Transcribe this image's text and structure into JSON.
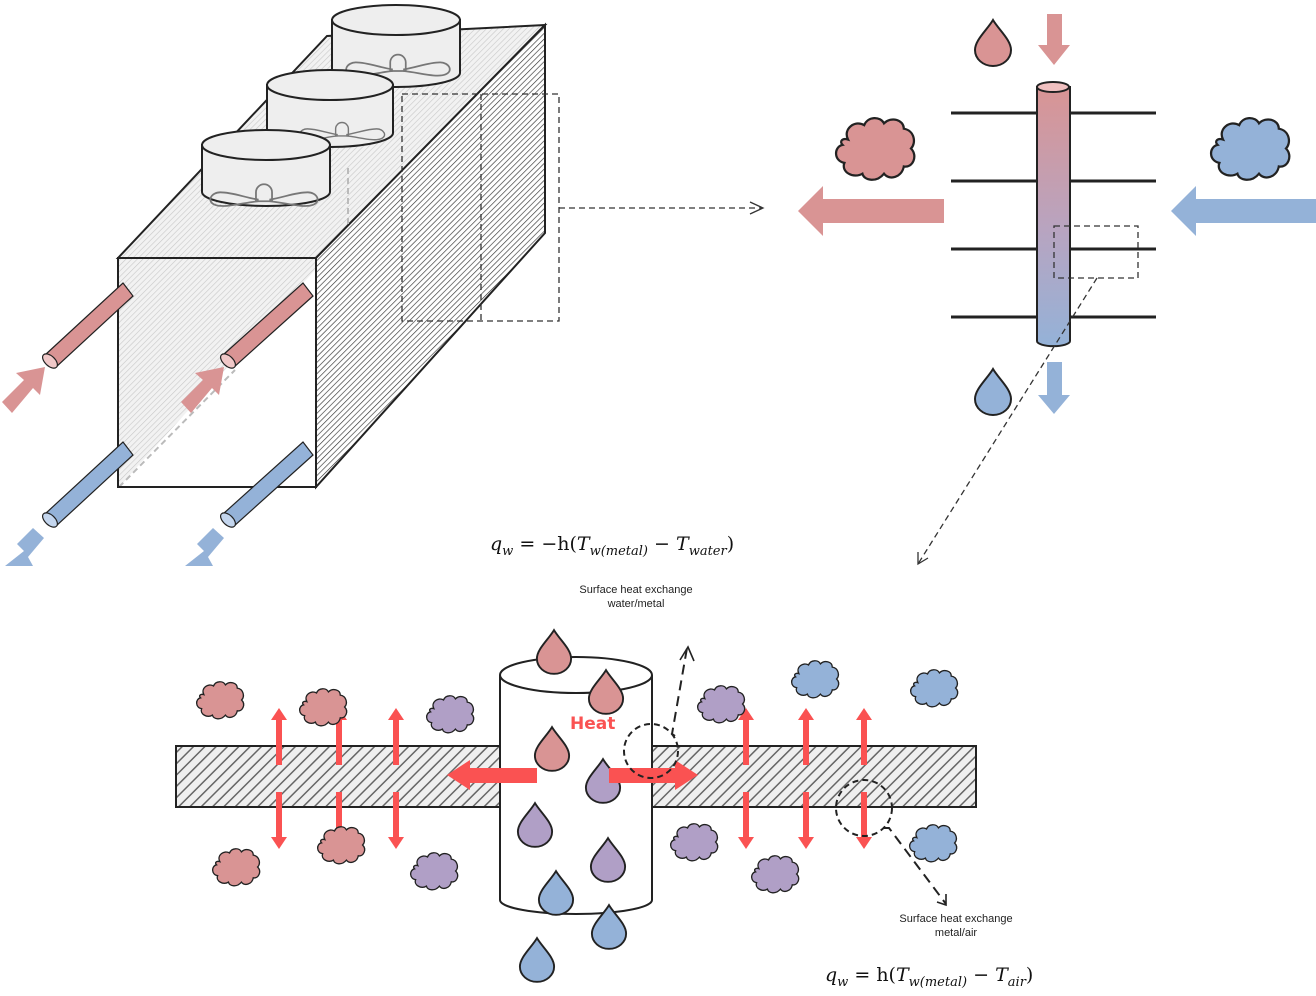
{
  "colors": {
    "hot": "#d99494",
    "cold": "#94b2d8",
    "mixed": "#b09fc6",
    "heat_arrow": "#fa5252",
    "outline": "#222222",
    "fan_fill": "#eeeeee"
  },
  "labels": {
    "heat": "Heat",
    "water_metal_title": "Surface heat exchange",
    "water_metal_sub": "water/metal",
    "metal_air_title": "Surface heat exchange",
    "metal_air_sub": "metal/air"
  },
  "equations": {
    "water_metal": {
      "lhs": "q",
      "lhs_sub": "w",
      "sign": "= −h(",
      "t1": "T",
      "t1_sub": "w(metal)",
      "minus": " − ",
      "t2": "T",
      "t2_sub": "water",
      "close": ")"
    },
    "metal_air": {
      "lhs": "q",
      "lhs_sub": "w",
      "sign": "= h(",
      "t1": "T",
      "t1_sub": "w(metal)",
      "minus": " − ",
      "t2": "T",
      "t2_sub": "air",
      "close": ")"
    }
  },
  "icons": {
    "fan": "fan-icon",
    "droplet": "droplet-icon",
    "air_cloud": "air-cloud-icon",
    "arrow": "flow-arrow-icon"
  }
}
